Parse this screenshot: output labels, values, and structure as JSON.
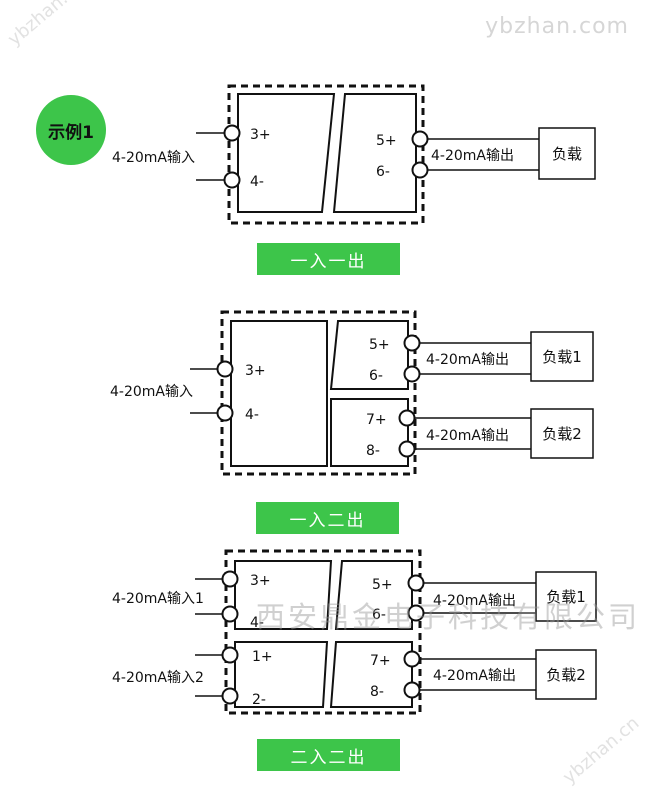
{
  "watermark": {
    "top": "ybzhan.com",
    "left": "ybzhan.cn",
    "right": "ybzhan.cn",
    "company": "西安鼎金电子科技有限公司"
  },
  "badge": {
    "label": "示例1"
  },
  "diagrams": [
    {
      "caption": "一入一出",
      "inputs": [
        {
          "label": "4-20mA输入",
          "pins": [
            "3+",
            "4-"
          ]
        }
      ],
      "outputs": [
        {
          "label": "4-20mA输出",
          "pins": [
            "5+",
            "6-"
          ],
          "load": "负载"
        }
      ]
    },
    {
      "caption": "一入二出",
      "inputs": [
        {
          "label": "4-20mA输入",
          "pins": [
            "3+",
            "4-"
          ]
        }
      ],
      "outputs": [
        {
          "label": "4-20mA输出",
          "pins": [
            "5+",
            "6-"
          ],
          "load": "负载1"
        },
        {
          "label": "4-20mA输出",
          "pins": [
            "7+",
            "8-"
          ],
          "load": "负载2"
        }
      ]
    },
    {
      "caption": "二入二出",
      "inputs": [
        {
          "label": "4-20mA输入1",
          "pins": [
            "3+",
            "4-"
          ]
        },
        {
          "label": "4-20mA输入2",
          "pins": [
            "1+",
            "2-"
          ]
        }
      ],
      "outputs": [
        {
          "label": "4-20mA输出",
          "pins": [
            "5+",
            "6-"
          ],
          "load": "负载1"
        },
        {
          "label": "4-20mA输出",
          "pins": [
            "7+",
            "8-"
          ],
          "load": "负载2"
        }
      ]
    }
  ]
}
